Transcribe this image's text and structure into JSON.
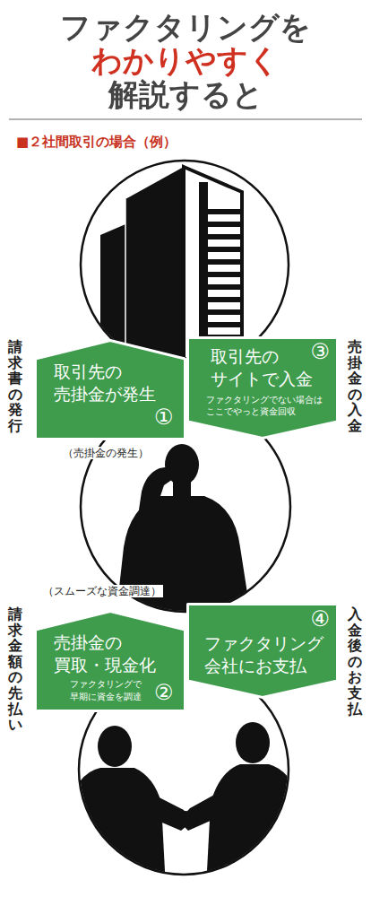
{
  "diagram": {
    "title": "ファクタリングを わかりやすく 解説すると",
    "nodes": [
      {
        "text": [
          "取引先の 売掛金が発生",
          "①"
        ]
      },
      {
        "text": [
          "取引先の サイトで入金",
          "ファクタリングでない場合は ここでやっと資金回収",
          "③"
        ]
      },
      {
        "text": [
          "売掛金の 買取・現金化",
          "ファクタリングで 早期に資金を調達",
          "②"
        ]
      },
      {
        "text": [
          "ファクタリング 会社にお支払",
          "④"
        ]
      }
    ],
    "labels": [
      "■２社間取引の場合（例）",
      "請求書の発行",
      "売掛金の入金",
      "（売掛金の発生）",
      "（スムーズな資金調達）",
      "請求金額の先払い",
      "入金後のお支払"
    ]
  }
}
